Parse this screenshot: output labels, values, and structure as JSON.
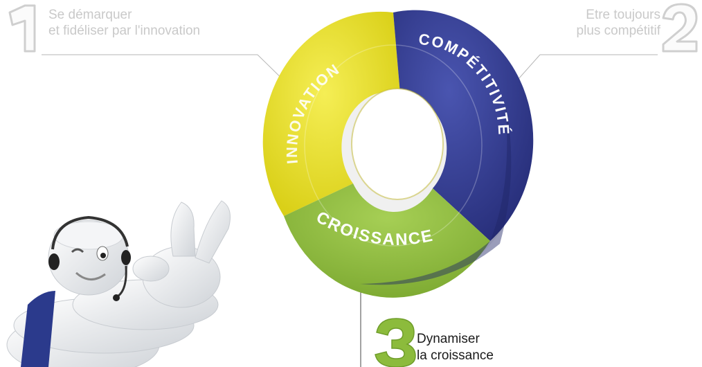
{
  "pillars": [
    {
      "number": "1",
      "wheel_label": "INNOVATION",
      "caption": [
        "Se démarquer",
        "et fidéliser par l'innovation"
      ]
    },
    {
      "number": "2",
      "wheel_label": "COMPÉTITIVITÉ",
      "caption": [
        "Etre toujours",
        "plus compétitif"
      ]
    },
    {
      "number": "3",
      "wheel_label": "CROISSANCE",
      "caption": [
        "Dynamiser",
        "la croissance"
      ]
    }
  ],
  "colors": {
    "innovation": "#e6dd1f",
    "competitivite": "#343d95",
    "croissance": "#8cbb3c",
    "number_outline_grey": "#cfcfcf",
    "number_fill_green": "#8cbb3c",
    "leader_line": "#b5b5b5"
  },
  "mascot": "michelin-man-mascot"
}
